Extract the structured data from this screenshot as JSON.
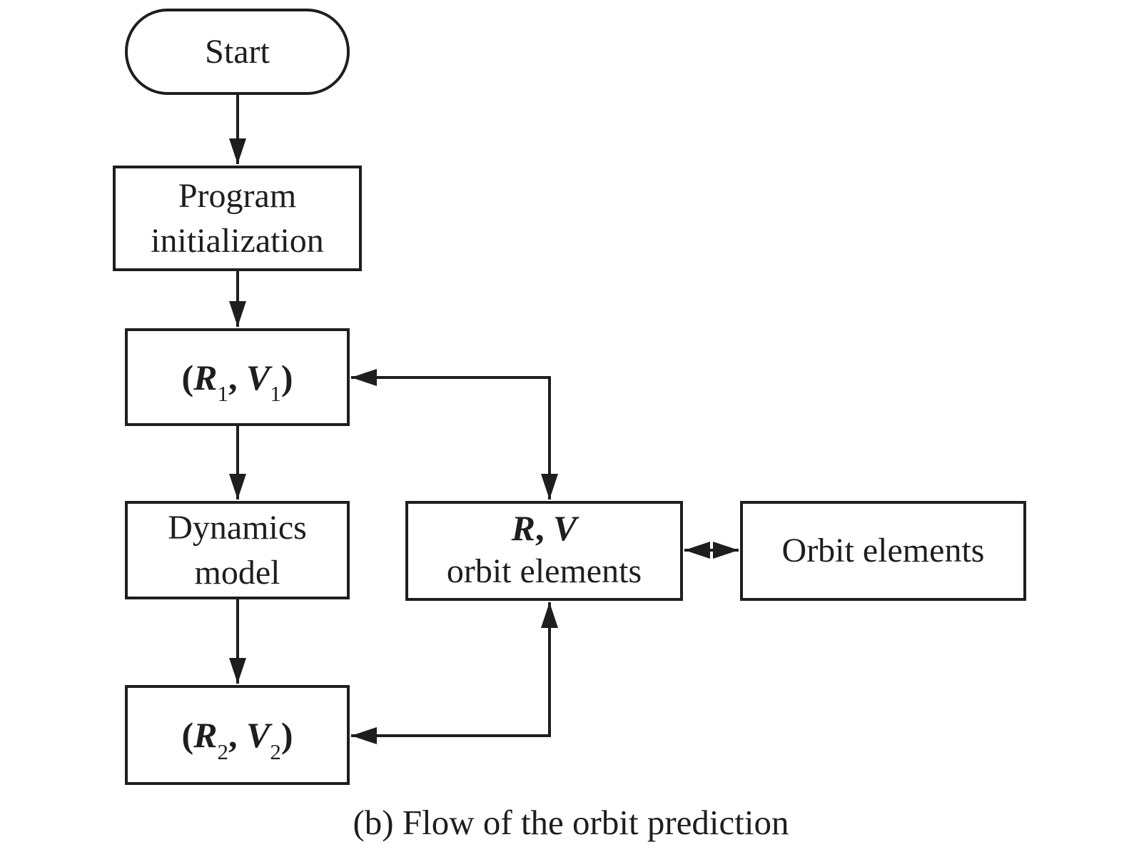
{
  "diagram": {
    "background": "#ffffff",
    "line_color": "#1e1e1e",
    "caption": "(b) Flow of the orbit prediction",
    "nodes": {
      "start": {
        "shape": "stadium",
        "label": "Start"
      },
      "program_init": {
        "shape": "rect",
        "line1": "Program",
        "line2": "initialization"
      },
      "rv1": {
        "shape": "rect",
        "open": "(",
        "r": "R",
        "r_sub": "1",
        "sep": ", ",
        "v": "V",
        "v_sub": "1",
        "close": ")"
      },
      "dynamics": {
        "shape": "rect",
        "line1": "Dynamics",
        "line2": "model"
      },
      "rv2": {
        "shape": "rect",
        "open": "(",
        "r": "R",
        "r_sub": "2",
        "sep": ", ",
        "v": "V",
        "v_sub": "2",
        "close": ")"
      },
      "rv_orbit": {
        "shape": "rect",
        "r": "R",
        "sep": ", ",
        "v": "V",
        "line2": "orbit elements"
      },
      "orbit_elements": {
        "shape": "rect",
        "label": "Orbit elements"
      }
    },
    "edges": [
      {
        "from": "start",
        "to": "program_init",
        "type": "arrow"
      },
      {
        "from": "program_init",
        "to": "rv1",
        "type": "arrow"
      },
      {
        "from": "rv1",
        "to": "dynamics",
        "type": "arrow"
      },
      {
        "from": "dynamics",
        "to": "rv2",
        "type": "arrow"
      },
      {
        "from": "rv1",
        "to": "rv_orbit",
        "type": "double-headed-elbow"
      },
      {
        "from": "rv2",
        "to": "rv_orbit",
        "type": "double-headed-elbow"
      },
      {
        "from": "rv_orbit",
        "to": "orbit_elements",
        "type": "double-headed"
      }
    ]
  }
}
